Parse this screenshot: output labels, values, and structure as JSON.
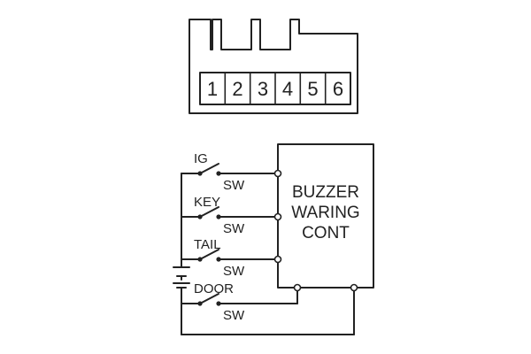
{
  "connector": {
    "pins": [
      "1",
      "2",
      "3",
      "4",
      "5",
      "6"
    ]
  },
  "module": {
    "label_lines": [
      "BUZZER",
      "WARING",
      "CONT"
    ]
  },
  "switches": [
    {
      "name": "IG",
      "suffix": "SW"
    },
    {
      "name": "KEY",
      "suffix": "SW"
    },
    {
      "name": "TAIL",
      "suffix": "SW"
    },
    {
      "name": "DOOR",
      "suffix": "SW"
    }
  ]
}
